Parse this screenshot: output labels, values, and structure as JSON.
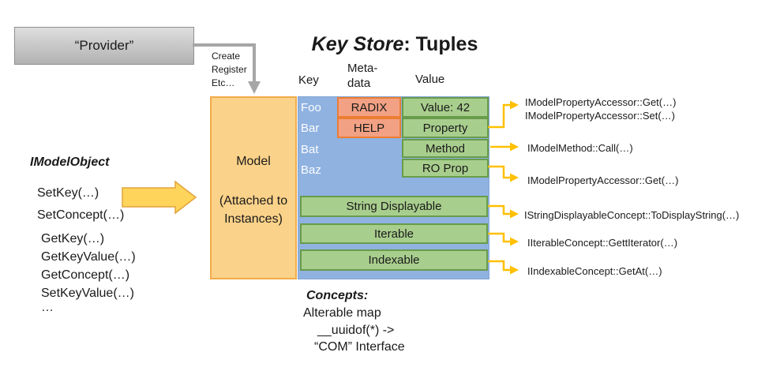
{
  "title": {
    "emphasis": "Key Store",
    "rest": ": Tuples"
  },
  "provider": {
    "label": "“Provider”"
  },
  "provider_note": {
    "lines": [
      "Create",
      "Register",
      "Etc…"
    ]
  },
  "headers": {
    "key": "Key",
    "meta_line1": "Meta-",
    "meta_line2": "data",
    "value": "Value"
  },
  "model": {
    "name": "Model",
    "sub_line1": "(Attached to",
    "sub_line2": "Instances)"
  },
  "keys": [
    "Foo",
    "Bar",
    "Bat",
    "Baz"
  ],
  "metadata": [
    "RADIX",
    "HELP"
  ],
  "values": [
    "Value: 42",
    "Property",
    "Method",
    "RO Prop"
  ],
  "concepts_rows": [
    "String Displayable",
    "Iterable",
    "Indexable"
  ],
  "imodelobject": {
    "heading": "IModelObject",
    "methods": [
      "SetKey(…)",
      "SetConcept(…)",
      "GetKey(…)",
      "GetKeyValue(…)",
      "GetConcept(…)",
      "SetKeyValue(…)",
      "…"
    ]
  },
  "callouts": {
    "property_get": "IModelPropertyAccessor::Get(…)",
    "property_set": "IModelPropertyAccessor::Set(…)",
    "method_call": "IModelMethod::Call(…)",
    "ro_prop_get": "IModelPropertyAccessor::Get(…)",
    "string_displayable": "IStringDisplayableConcept::ToDisplayString(…)",
    "iterable": "IIterableConcept::GettIterator(…)",
    "indexable": "IIndexableConcept::GetAt(…)"
  },
  "concepts_note": {
    "heading": "Concepts:",
    "lines": [
      "Alterable map",
      "__uuidof(*) ->",
      "“COM” Interface"
    ]
  },
  "colors": {
    "gold_arrow": "#FFC000",
    "big_arrow_fill": "#FFD45A",
    "model_fill": "#FBD289",
    "model_border": "#F1AC4B",
    "store_fill": "#8FB2E1",
    "meta_fill": "#F2A184",
    "meta_border": "#EC7D33",
    "value_fill": "#A8CE8D",
    "value_border": "#689C4A",
    "provider_gray": "#C9C9C9",
    "connector_gray": "#A6A6A6"
  }
}
